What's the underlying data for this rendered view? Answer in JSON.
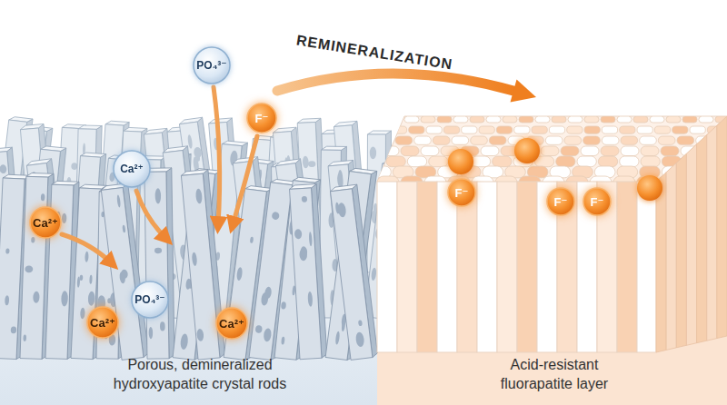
{
  "diagram": {
    "nodes": [
      {
        "text": [
          "PO₄³⁻"
        ]
      },
      {
        "text": [
          "F⁻"
        ]
      },
      {
        "text": [
          "Ca²⁺"
        ]
      },
      {
        "text": [
          "Ca²⁺"
        ]
      },
      {
        "text": [
          "PO₄³⁻"
        ]
      },
      {
        "text": [
          "Ca²⁺"
        ]
      },
      {
        "text": [
          "Ca²⁺"
        ]
      },
      {
        "text": [
          "F⁻"
        ]
      },
      {
        "text": [
          "F⁻"
        ]
      },
      {
        "text": [
          "F⁻"
        ]
      }
    ],
    "labels": [
      "REMINERALIZATION",
      "Porous, demineralized hydroxyapatite crystal rods",
      "Acid-resistant fluorapatite layer"
    ]
  }
}
